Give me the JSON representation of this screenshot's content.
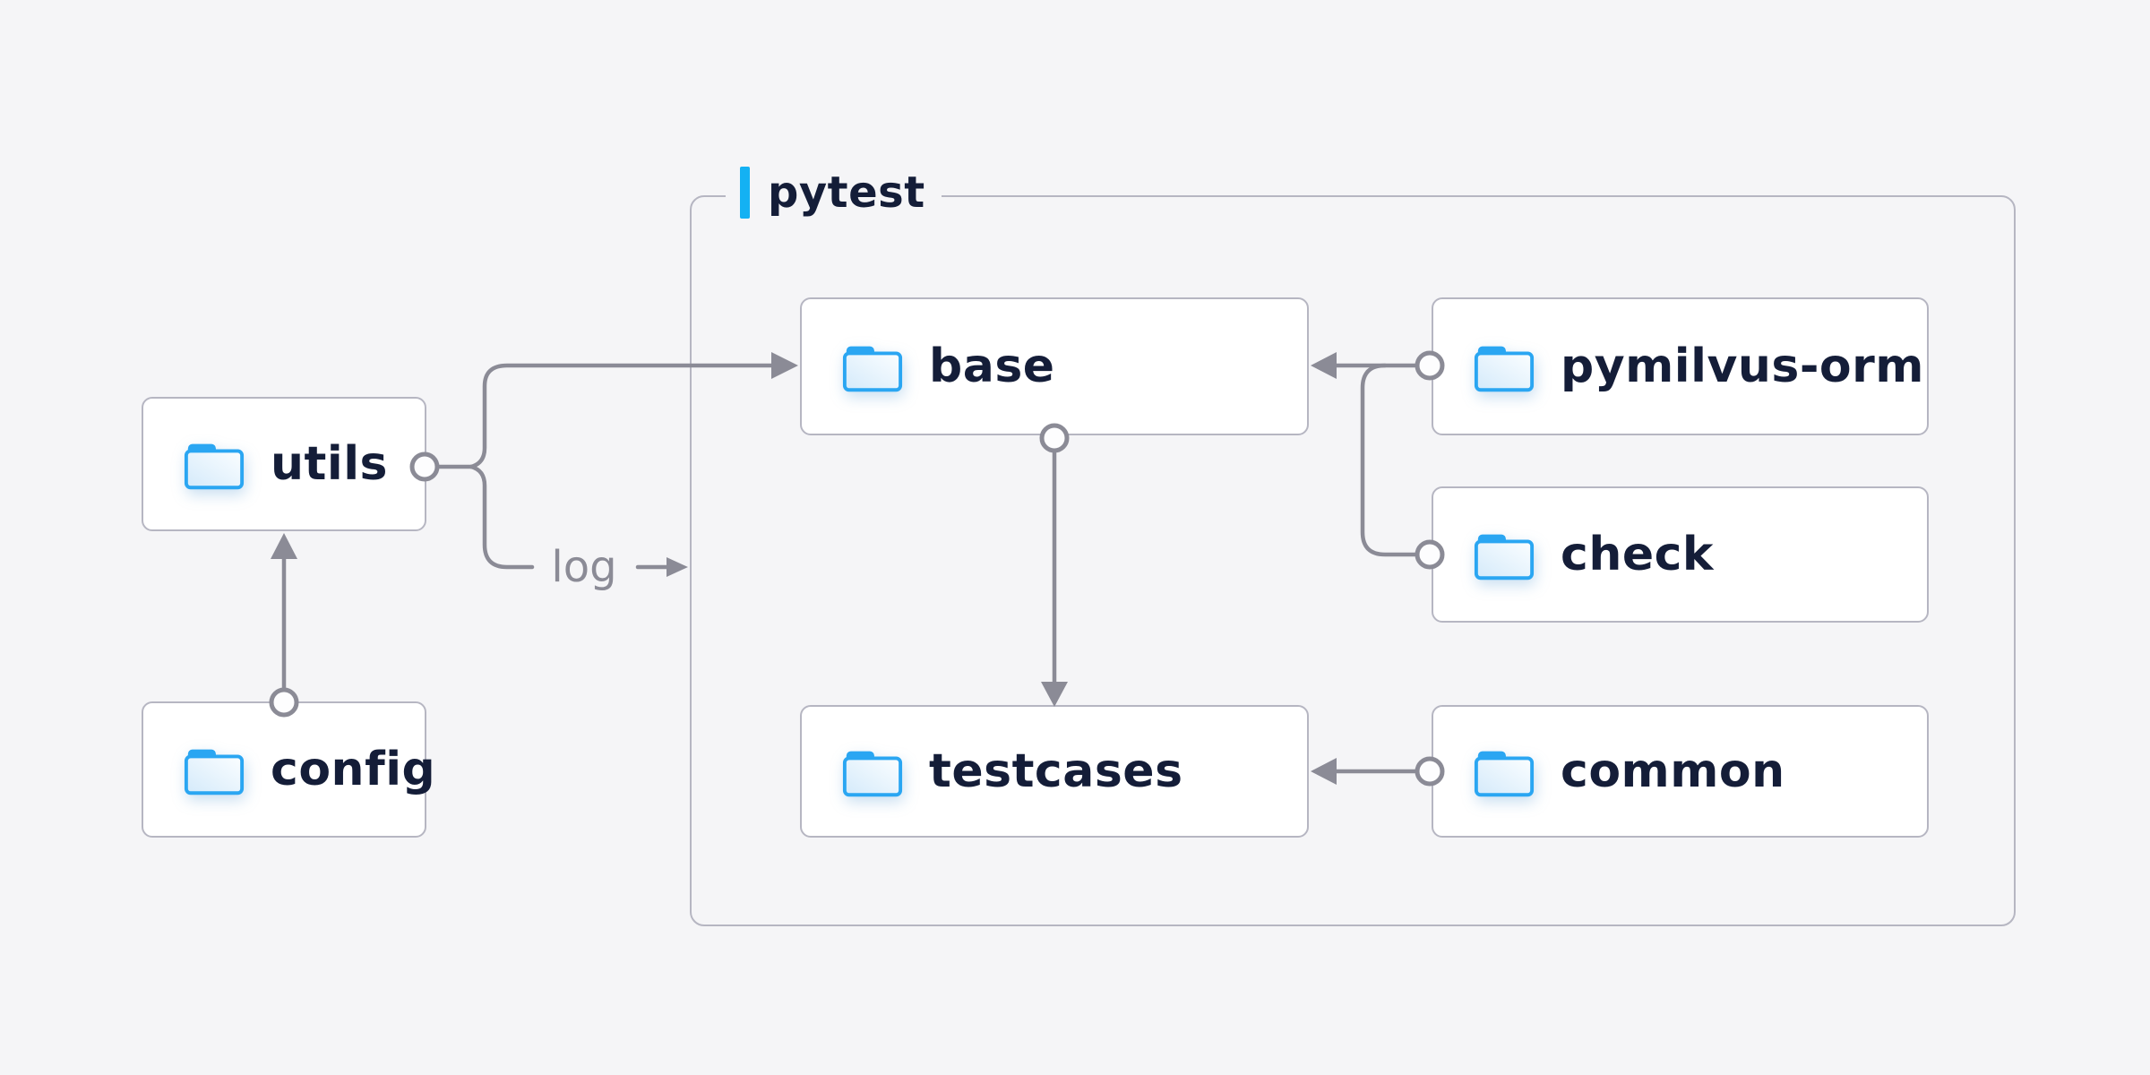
{
  "diagram": {
    "container": {
      "label": "pytest"
    },
    "annotations": {
      "log_label": "log"
    },
    "nodes": [
      {
        "id": "utils",
        "label": "utils"
      },
      {
        "id": "config",
        "label": "config"
      },
      {
        "id": "base",
        "label": "base"
      },
      {
        "id": "pymilvus_orm",
        "label": "pymilvus-orm"
      },
      {
        "id": "check",
        "label": "check"
      },
      {
        "id": "testcases",
        "label": "testcases"
      },
      {
        "id": "common",
        "label": "common"
      }
    ],
    "edges": [
      {
        "from": "config",
        "to": "utils",
        "type": "arrow"
      },
      {
        "from": "utils",
        "to": "base",
        "type": "arrow"
      },
      {
        "from": "utils",
        "to": "log",
        "type": "labeled-arrow"
      },
      {
        "from": "base",
        "to": "testcases",
        "type": "arrow"
      },
      {
        "from": "pymilvus_orm",
        "to": "base",
        "type": "arrow"
      },
      {
        "from": "check",
        "to": "base",
        "type": "arrow"
      },
      {
        "from": "common",
        "to": "testcases",
        "type": "arrow"
      }
    ],
    "colors": {
      "background": "#f5f5f7",
      "node_fill": "#ffffff",
      "node_border": "#b6b6c2",
      "connector": "#8b8b96",
      "label_text": "#141d38",
      "accent_bar": "#14b1f3",
      "folder_blue": "#2aa6f2"
    }
  }
}
